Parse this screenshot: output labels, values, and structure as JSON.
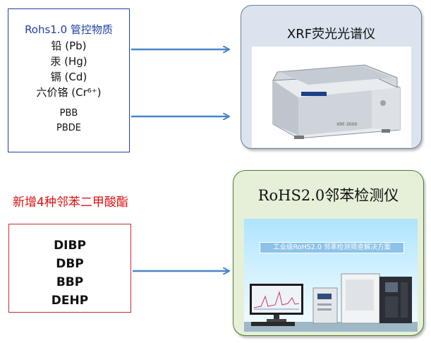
{
  "left_top_box": {
    "title": "Rohs1.0 管控物质",
    "items": [
      "铅 (Pb)",
      "汞 (Hg)",
      "镉 (Cd)",
      "六价铬 (Cr⁶⁺)",
      "PBB",
      "PBDE"
    ]
  },
  "new_substances": {
    "heading": "新增4种邻苯二甲酸酯",
    "items": [
      "DIBP",
      "DBP",
      "BBP",
      "DEHP"
    ]
  },
  "xrf_panel": {
    "title": "XRF荧光光谱仪"
  },
  "rohs2_panel": {
    "title": "RoHS2.0邻苯检测仪",
    "banner": "工业级RoHS2.0 邻苯检测筛查解决方案"
  },
  "colors": {
    "arrow": "#4a86c8",
    "blue_text": "#1f3fa3",
    "red_heading": "#e01010"
  }
}
